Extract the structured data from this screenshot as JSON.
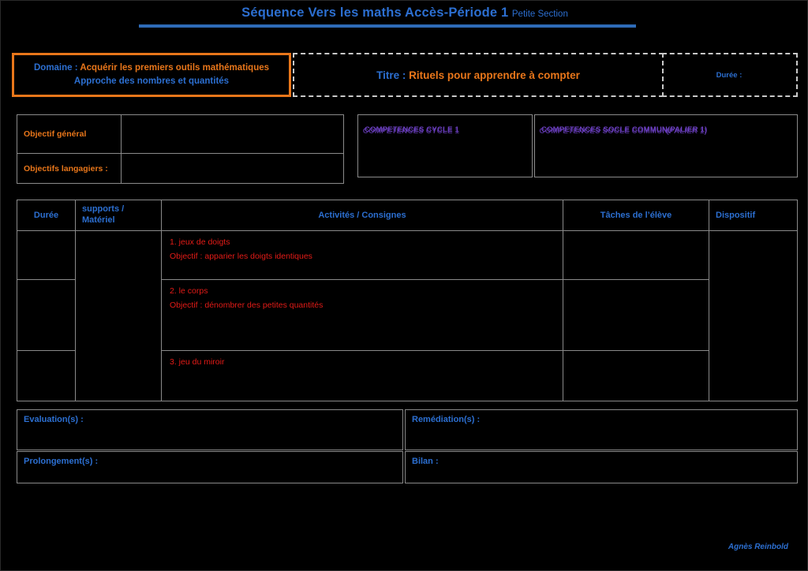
{
  "header": {
    "title_main": "Séquence  Vers les maths Accès-Période 1",
    "title_sub": "Petite Section"
  },
  "band": {
    "domaine": {
      "label": "Domaine : ",
      "value": "Acquérir les premiers outils mathématiques",
      "subtitle": "Approche des nombres et quantités"
    },
    "titre": {
      "label": "Titre : ",
      "value": "Rituels pour apprendre à compter"
    },
    "duree": {
      "label": "Durée :",
      "value": ""
    }
  },
  "objectifs": {
    "general_label": "Objectif général",
    "general_value": "",
    "langagiers_label": "Objectifs langagiers :",
    "langagiers_value": ""
  },
  "competences": {
    "cycle": "COMPETENCES CYCLE 1",
    "socle": "COMPETENCES SOCLE COMMUN",
    "socle_palier": "(PALIER 1)"
  },
  "table": {
    "headers": {
      "duree": "Durée",
      "supports": "supports / Matériel",
      "supports_l1": "supports /",
      "supports_l2": "Matériel",
      "activites": "Activités / Consignes",
      "taches": "Tâches de l’élève",
      "dispositif": "Dispositif"
    },
    "rows": [
      {
        "duree": "",
        "activite_titre": "1. jeux de doigts",
        "activite_objectif": "Objectif : apparier les doigts identiques",
        "taches": "",
        "dispositif": ""
      },
      {
        "duree": "",
        "activite_titre": "2. le corps",
        "activite_objectif": "Objectif : dénombrer des petites quantités",
        "taches": "",
        "dispositif": ""
      },
      {
        "duree": "",
        "activite_titre": "3.  jeu du miroir",
        "activite_objectif": "",
        "taches": "",
        "dispositif": ""
      }
    ]
  },
  "bottom": {
    "evaluation": "Evaluation(s) :",
    "remediation": "Remédiation(s) :",
    "prolongement": "Prolongement(s) :",
    "bilan": "Bilan :"
  },
  "footer": {
    "signature": "Agnès Reinbold"
  },
  "colors": {
    "background": "#000000",
    "blue": "#2c6fd1",
    "orange": "#e8761a",
    "red": "#e31b17",
    "purple": "#6b3fc0",
    "border_gray": "#8a8a8a",
    "rule_blue": "#2e6bb8"
  }
}
